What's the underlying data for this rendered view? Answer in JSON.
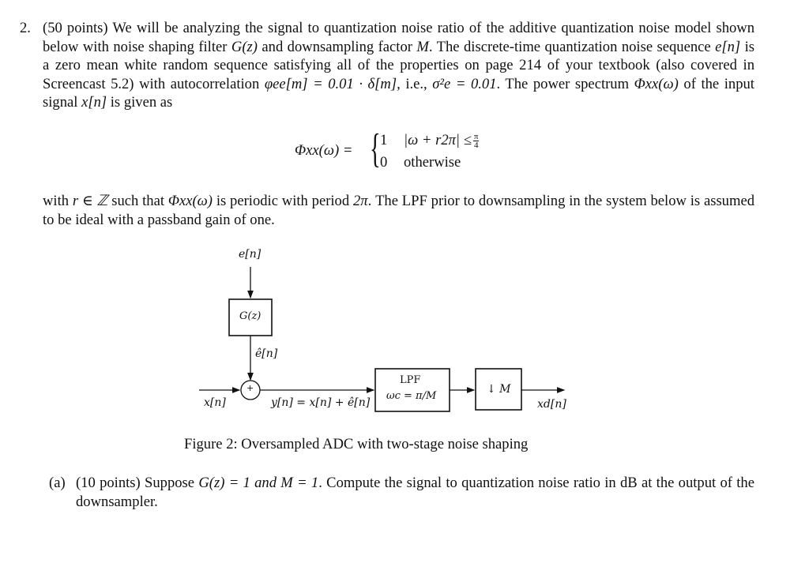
{
  "problem": {
    "number": "2.",
    "points": "(50 points)",
    "text_1": "We will be analyzing the signal to quantization noise ratio of the additive quantization noise model shown below with noise shaping filter",
    "G_z": "G(z)",
    "text_2": "and downsampling factor",
    "M": "M",
    "text_3": ". The discrete-time quantization noise sequence",
    "e_n": "e[n]",
    "text_4": "is a zero mean white random sequence satisfying all of the properties on page 214 of your textbook (also covered in Screencast 5.2) with autocorrelation",
    "phi_ee": "φee[m] = 0.01 · δ[m],",
    "text_5": "i.e.,",
    "sigma": "σ²e = 0.01",
    "text_6": ". The power spectrum",
    "Phi_xx": "Φxx(ω)",
    "text_7": "of the input signal",
    "x_n": "x[n]",
    "text_8": "is given as"
  },
  "equation": {
    "lhs": "Φxx(ω) =",
    "case1_value": "1",
    "case1_cond": "|ω + r2π| ≤",
    "case1_frac_num": "π",
    "case1_frac_den": "4",
    "case2_value": "0",
    "case2_cond": "otherwise"
  },
  "continuation": {
    "text_1": "with",
    "r_in_Z": "r ∈ ℤ",
    "text_2": "such that",
    "Phi_xx": "Φxx(ω)",
    "text_3": "is periodic with period",
    "two_pi": "2π",
    "text_4": ". The LPF prior to downsampling in the system below is assumed to be ideal with a passband gain of one."
  },
  "diagram": {
    "e_n": "e[n]",
    "G_block": "G(z)",
    "e_hat": "ê[n]",
    "plus": "+",
    "x_n": "x[n]",
    "y_eq": "y[n] = x[n] + ê[n]",
    "lpf_title": "LPF",
    "lpf_cut": "ωc = π/M",
    "down": "↓ M",
    "xd": "xd[n]"
  },
  "caption": "Figure 2: Oversampled ADC with two-stage noise shaping",
  "part_a": {
    "label": "(a)",
    "points": "(10 points)",
    "text_1": "Suppose",
    "cond": "G(z) = 1 and M = 1",
    "text_2": ". Compute the signal to quantization noise ratio in dB at the output of the downsampler."
  }
}
